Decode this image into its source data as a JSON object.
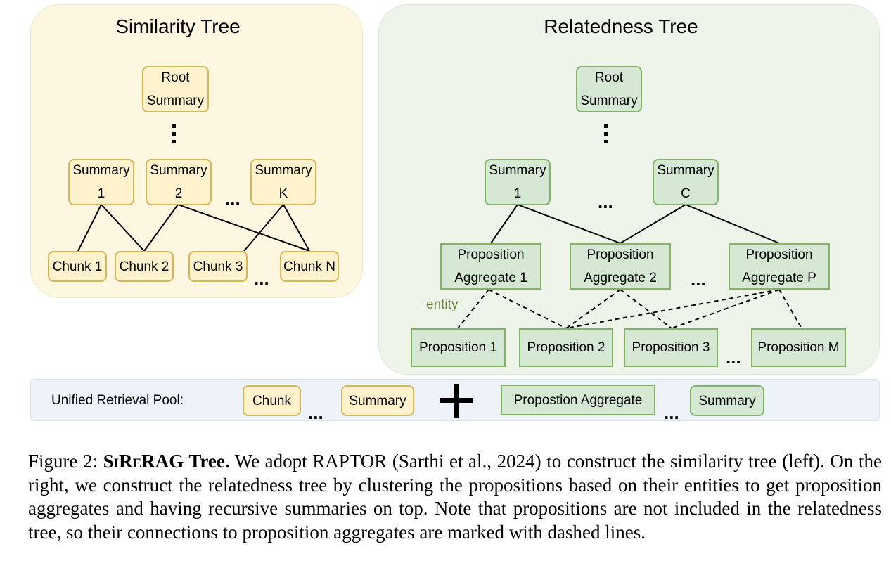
{
  "similarity_tree": {
    "title": "Similarity Tree",
    "root": [
      "Root",
      "Summary"
    ],
    "summaries": [
      [
        "Summary",
        "1"
      ],
      [
        "Summary",
        "2"
      ],
      [
        "Summary",
        "K"
      ]
    ],
    "chunks": [
      "Chunk 1",
      "Chunk 2",
      "Chunk 3",
      "Chunk N"
    ],
    "ellipsis": "..."
  },
  "relatedness_tree": {
    "title": "Relatedness Tree",
    "root": [
      "Root",
      "Summary"
    ],
    "summaries": [
      [
        "Summary",
        "1"
      ],
      [
        "Summary",
        "C"
      ]
    ],
    "aggregates": [
      [
        "Proposition",
        "Aggregate 1"
      ],
      [
        "Proposition",
        "Aggregate 2"
      ],
      [
        "Proposition",
        "Aggregate P"
      ]
    ],
    "entity_label": "entity",
    "propositions": [
      "Proposition 1",
      "Proposition 2",
      "Proposition 3",
      "Proposition M"
    ],
    "ellipsis": "..."
  },
  "retrieval_pool": {
    "label": "Unified Retrieval Pool:",
    "items": [
      "Chunk",
      "Summary",
      "Propostion Aggregate",
      "Summary"
    ],
    "ellipsis": "..."
  },
  "caption": {
    "figure_label": "Figure 2:",
    "title_small_caps": "SiReRAG",
    "title_rest": " Tree.",
    "body": " We adopt RAPTOR (Sarthi et al., 2024) to construct the similarity tree (left). On the right, we construct the relatedness tree by clustering the propositions based on their entities to get proposition aggregates and having recursive summaries on top. Note that propositions are not included in the relatedness tree, so their connections to proposition aggregates are marked with dashed lines."
  },
  "colors": {
    "chunk_fill": "#fff2cc",
    "chunk_border": "#d6b656",
    "proposition_fill": "#d5e8d4",
    "proposition_border": "#82b366",
    "entity_text": "#5d7f3a"
  }
}
